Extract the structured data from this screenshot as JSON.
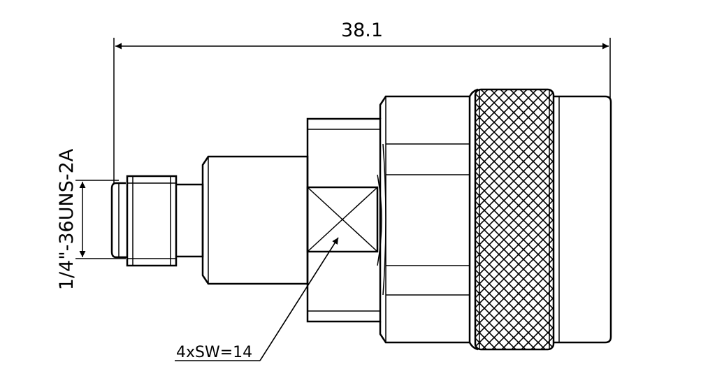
{
  "drawing": {
    "dimensions": {
      "overall_length": "38.1",
      "thread_callout": "1/4\"-36UNS-2A",
      "wrench_callout": "4xSW=14"
    },
    "colors": {
      "line": "#000000",
      "background": "#ffffff"
    }
  }
}
